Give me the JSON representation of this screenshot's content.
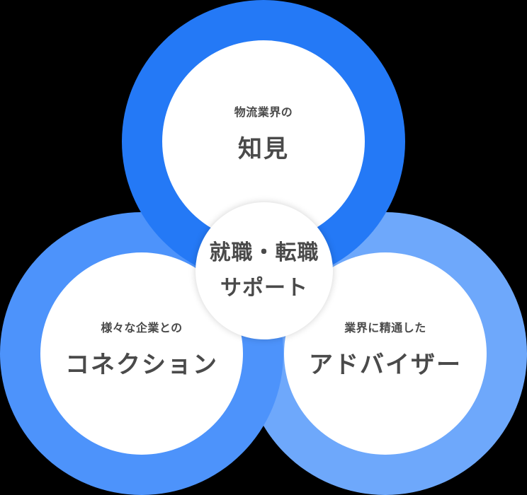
{
  "diagram": {
    "type": "three-circle-venn",
    "colors": {
      "top": "#2479f6",
      "left": "#4d93fb",
      "right": "#6ea8fb",
      "inner": "#ffffff",
      "text": "#4a4a4a"
    },
    "circles": {
      "top": {
        "sub": "物流業界の",
        "main": "知見"
      },
      "left": {
        "sub": "様々な企業との",
        "main": "コネクション"
      },
      "right": {
        "sub": "業界に精通した",
        "main": "アドバイザー"
      }
    },
    "center": {
      "line1": "就職・転職",
      "line2": "サポート"
    }
  }
}
